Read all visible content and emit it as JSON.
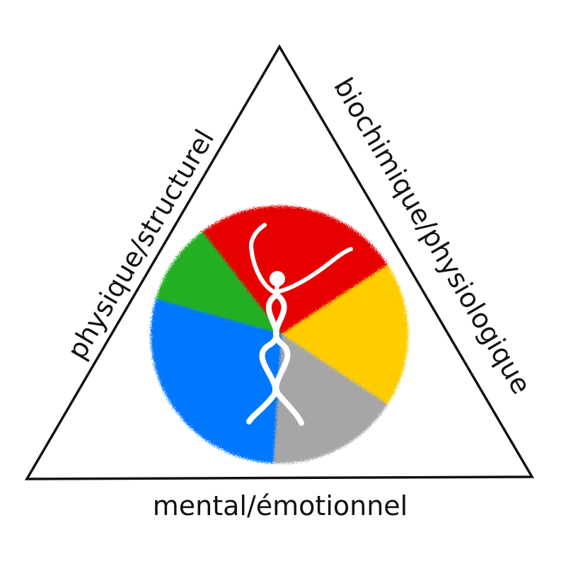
{
  "labels": {
    "left": "physique/structurel",
    "right": "biochimique/physiologique",
    "bottom": "mental/émotionnel"
  },
  "wheel": {
    "segments": [
      {
        "name": "red",
        "color": "#e60000"
      },
      {
        "name": "yellow",
        "color": "#ffcc00"
      },
      {
        "name": "gray",
        "color": "#a6a6a6"
      },
      {
        "name": "blue",
        "color": "#0077ff"
      },
      {
        "name": "green",
        "color": "#22b022"
      }
    ]
  },
  "colors": {
    "outline": "#111111",
    "background": "#ffffff",
    "figure": "#ffffff"
  },
  "figure": {
    "icon": "dancing-human-figure-icon"
  }
}
